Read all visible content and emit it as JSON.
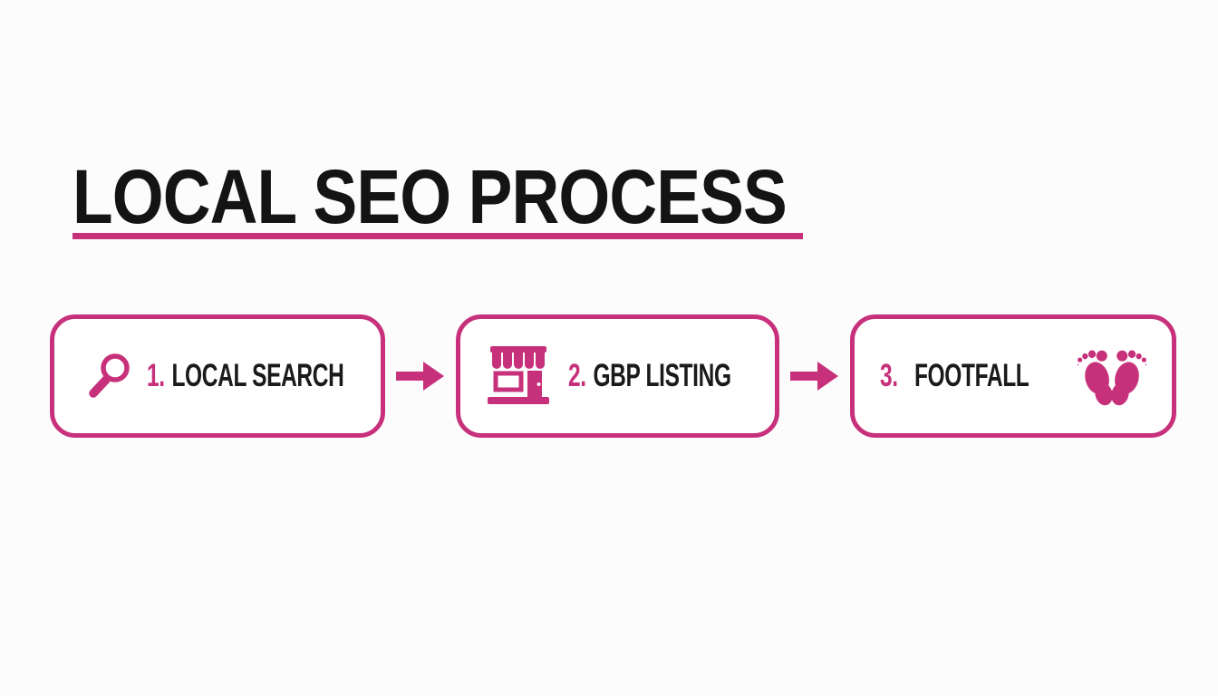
{
  "colors": {
    "accent": "#C7317B",
    "heading_text": "#141414",
    "label_text": "#1A1A1A",
    "background": "#FCFCFC",
    "box_background": "#FFFFFF"
  },
  "title": {
    "text": "LOCAL SEO PROCESS"
  },
  "steps": [
    {
      "number": "1.",
      "label": "LOCAL SEARCH",
      "icon": "search-icon"
    },
    {
      "number": "2.",
      "label": "GBP LISTING",
      "icon": "store-icon"
    },
    {
      "number": "3.",
      "label": "FOOTFALL",
      "icon": "footprints-icon"
    }
  ],
  "connectors": [
    {
      "icon": "arrow-right-icon"
    },
    {
      "icon": "arrow-right-icon"
    }
  ]
}
